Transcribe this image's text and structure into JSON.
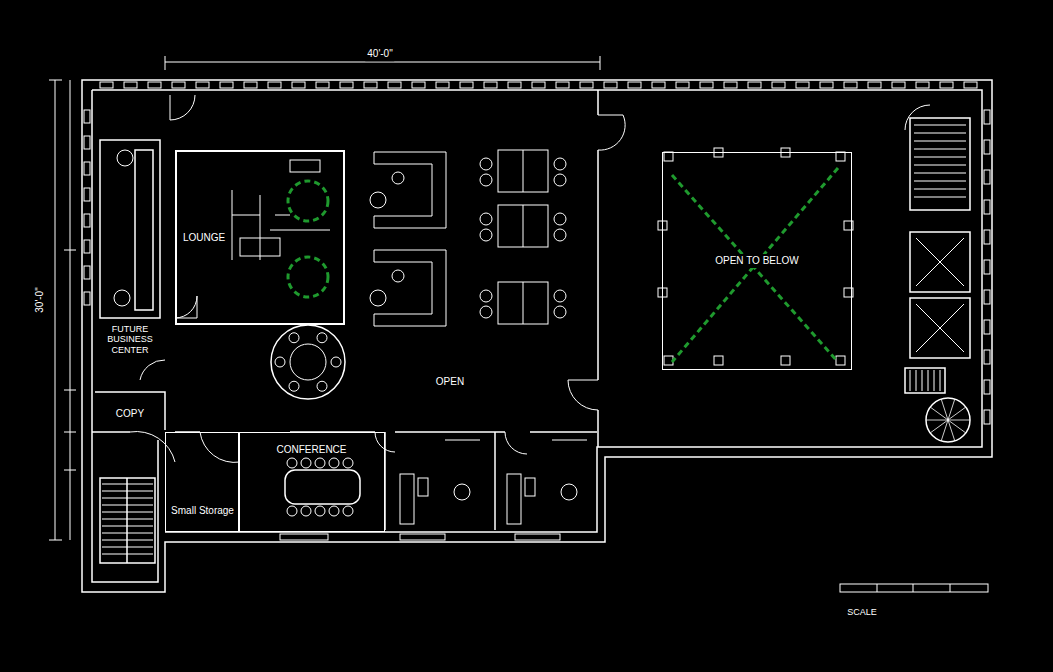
{
  "diagram": {
    "nodes": [
      {
        "text": [
          "LOUNGE"
        ]
      },
      {
        "text": [
          "OPEN TO BELOW"
        ]
      },
      {
        "text": [
          "COPY"
        ]
      },
      {
        "text": [
          "CONFERENCE"
        ]
      },
      {
        "text": [
          "Small Storage"
        ]
      }
    ],
    "labels": [
      "OPEN",
      "FUTURE BUSINESS CENTER",
      "40'-0\"",
      "30'-0\"",
      "SCALE"
    ]
  }
}
